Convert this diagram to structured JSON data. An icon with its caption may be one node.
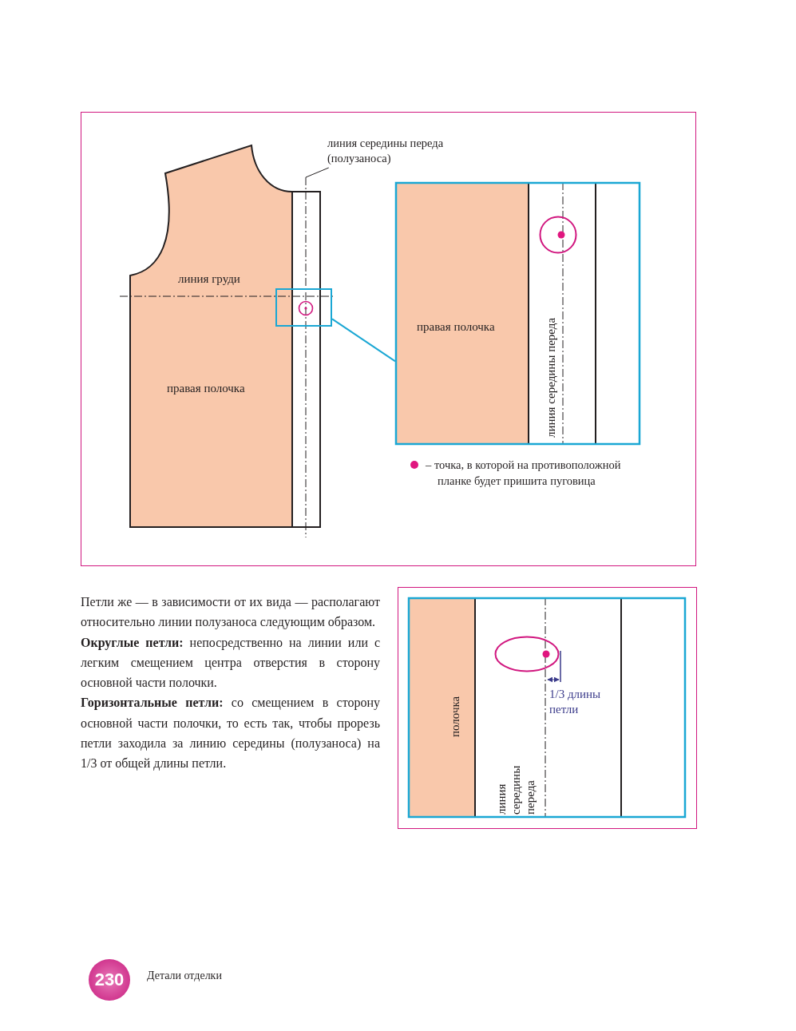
{
  "diagram": {
    "nodes": [
      {
        "text": [
          "линия середины переда (полузаноса)"
        ]
      },
      {
        "text": [
          "линия груди",
          "правая полочка"
        ]
      },
      {
        "text": [],
        "shape": "box"
      },
      {
        "text": [
          "правая полочка",
          "линия середины переда"
        ]
      },
      {
        "text": [
          "полочка",
          "линия середины переда"
        ]
      },
      {
        "text": [
          "230"
        ]
      },
      {
        "text": [],
        "shape": "line"
      }
    ],
    "edges": [
      {
        "from": 0,
        "to": 6,
        "arrow": "none"
      },
      {
        "from": 2,
        "to": 3,
        "arrow": "none",
        "color": "#1aa7d4"
      }
    ],
    "labels": [
      "Петли же — в зависимости от их вида — располагают относительно линии полузаноса следующим образом.",
      "**Округлые петли:** непосредственно на линии или с легким смещением центра отверстия в сторону основной части полочки.",
      "**Горизонтальные петли:** со смещением в сторону основной части полочки, то есть так, чтобы прорезь петли заходила за линию середины (полузаноса) на 1/3 от общей длины петли.",
      "1/3 длины петли",
      "Детали отделки"
    ],
    "legend": [
      {
        "text": "– точка, в которой на противоположной планке будет пришита пуговица",
        "color": "#e0167f"
      }
    ]
  }
}
